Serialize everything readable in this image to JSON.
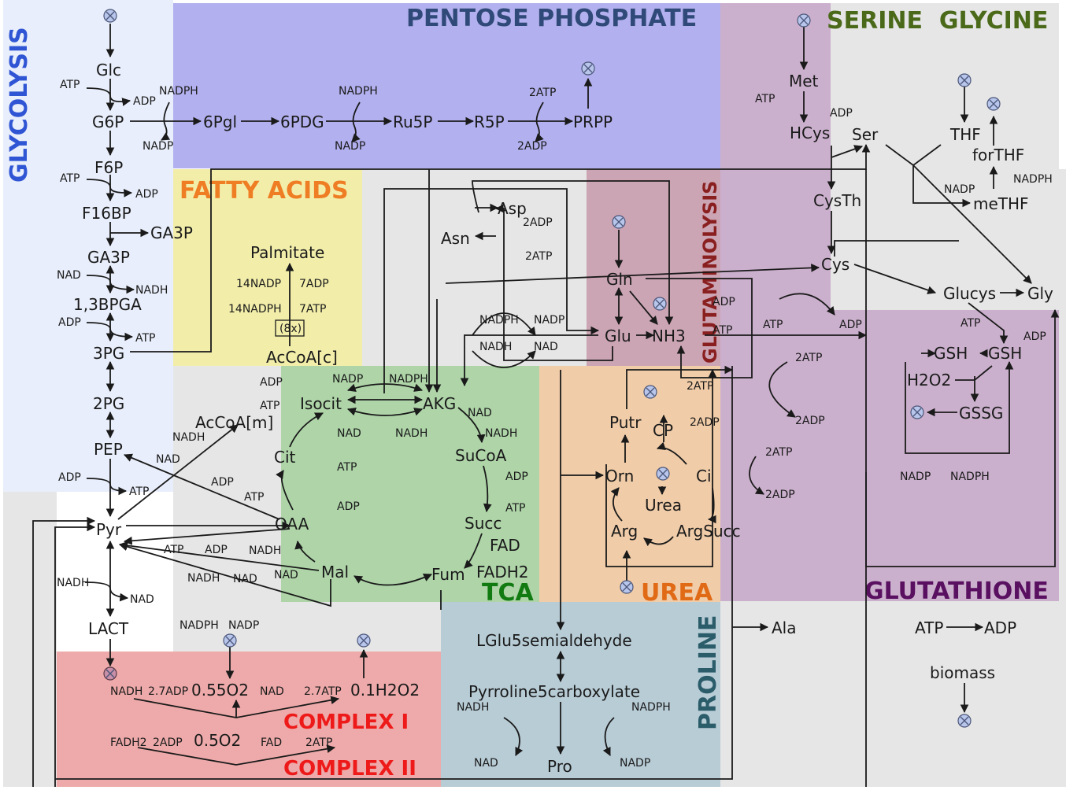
{
  "pathways": {
    "glycolysis": "GLYCOLYSIS",
    "pentose": "PENTOSE PHOSPHATE",
    "serine": "SERINE  GLYCINE",
    "fatty": "FATTY ACIDS",
    "glutaminolysis": "GLUTAMINOLYSIS",
    "tca": "TCA",
    "urea": "UREA",
    "glutathione": "GLUTATHIONE",
    "proline": "PROLINE",
    "complex1": "COMPLEX I",
    "complex2": "COMPLEX II"
  },
  "colors": {
    "glycolysis": "#2f55d4",
    "pentose": "#2f4a78",
    "serine": "#4a6a1a",
    "fatty": "#ef7d24",
    "glutaminolysis": "#8a1f1f",
    "tca": "#117a11",
    "urea": "#e06a16",
    "glutathione": "#5a1060",
    "proline": "#2a5c6a",
    "complex": "#ee1a1a"
  },
  "metabolites": {
    "glc": "Glc",
    "g6p": "G6P",
    "f6p": "F6P",
    "f16bp": "F16BP",
    "ga3p_a": "GA3P",
    "ga3p_b": "GA3P",
    "bpga": "1,3BPGA",
    "pg3": "3PG",
    "pg2": "2PG",
    "pep": "PEP",
    "pyr": "Pyr",
    "lact": "LACT",
    "pgl6": "6Pgl",
    "pdg6": "6PDG",
    "ru5p": "Ru5P",
    "r5p": "R5P",
    "prpp": "PRPP",
    "met": "Met",
    "hcys": "HCys",
    "ser": "Ser",
    "thf": "THF",
    "forthf": "forTHF",
    "methf": "meTHF",
    "cysth": "CysTh",
    "cys": "Cys",
    "glucys": "Glucys",
    "gly": "Gly",
    "palmitate": "Palmitate",
    "acoa_c": "AcCoA[c]",
    "acoa_m": "AcCoA[m]",
    "eightx": "(8x)",
    "asp": "Asp",
    "asn": "Asn",
    "gln": "Gln",
    "glu": "Glu",
    "nh3": "NH3",
    "isocit": "Isocit",
    "akg": "AKG",
    "cit": "Cit",
    "succoa": "SuCoA",
    "oaa": "OAA",
    "succ": "Succ",
    "mal": "Mal",
    "fum": "Fum",
    "putr": "Putr",
    "cp": "CP",
    "orn": "Orn",
    "ci": "Ci",
    "urea": "Urea",
    "arg": "Arg",
    "argsucc": "ArgSucc",
    "gsh1": "GSH",
    "gsh2": "GSH",
    "h2o2": "H2O2",
    "gssg": "GSSG",
    "ala": "Ala",
    "biomass": "biomass",
    "lglu": "LGlu5semialdehyde",
    "pyr5c": "Pyrroline5carboxylate",
    "pro": "Pro",
    "o2_055": "0.55O2",
    "h2o2_01": "0.1H2O2",
    "o2_05": "0.5O2"
  },
  "cofactors": {
    "atp": "ATP",
    "adp": "ADP",
    "nadph": "NADPH",
    "nadp": "NADP",
    "nad": "NAD",
    "nadh": "NADH",
    "atp2": "2ATP",
    "adp2": "2ADP",
    "nadp14": "14NADP",
    "nadph14": "14NADPH",
    "adp7": "7ADP",
    "atp7": "7ATP",
    "fad": "FAD",
    "fadh2": "FADH2",
    "adp27": "2.7ADP",
    "atp27": "2.7ATP"
  },
  "icons": {
    "sink": "circled-x-icon"
  }
}
